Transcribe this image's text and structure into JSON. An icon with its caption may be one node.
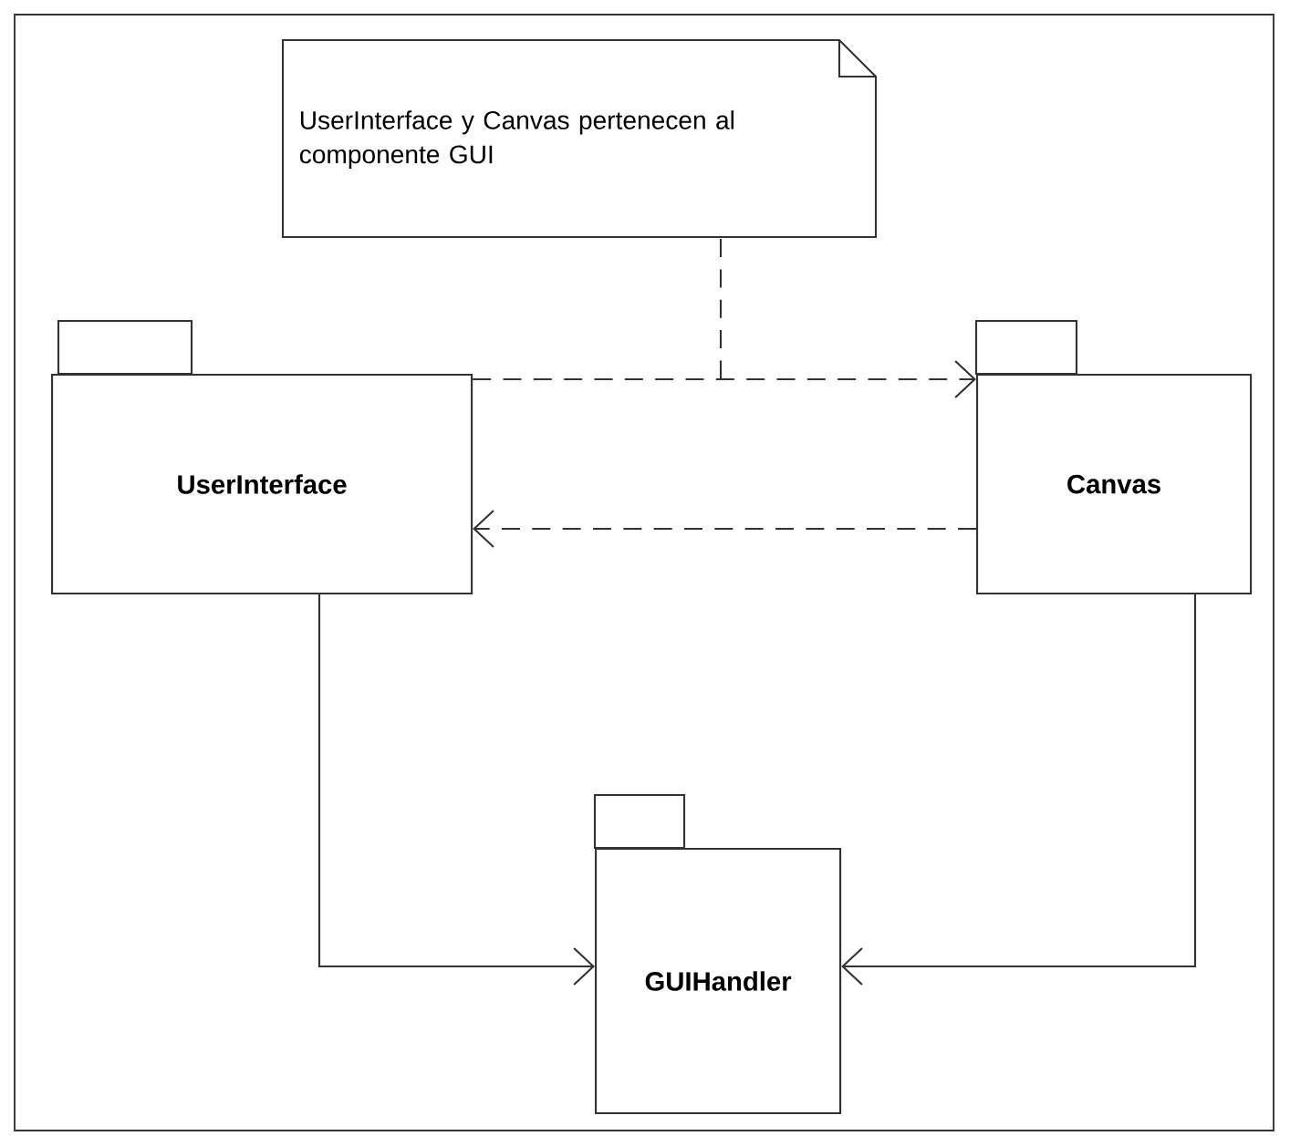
{
  "diagram": {
    "nodes": [
      {
        "text": [
          "UserInterface y Canvas pertenecen al componente GUI"
        ]
      },
      {
        "text": [
          "UserInterface"
        ]
      },
      {
        "text": [
          "Canvas"
        ]
      },
      {
        "text": [
          "GUIHandler"
        ]
      }
    ],
    "edges": [
      {
        "from": 1,
        "to": 2,
        "arrow": "to",
        "style": "dashed"
      },
      {
        "from": 2,
        "to": 1,
        "arrow": "to",
        "style": "dashed"
      },
      {
        "from": 0,
        "to": null,
        "arrow": "none",
        "style": "dashed"
      },
      {
        "from": 1,
        "to": 3,
        "arrow": "to"
      },
      {
        "from": 2,
        "to": 3,
        "arrow": "to"
      }
    ]
  }
}
